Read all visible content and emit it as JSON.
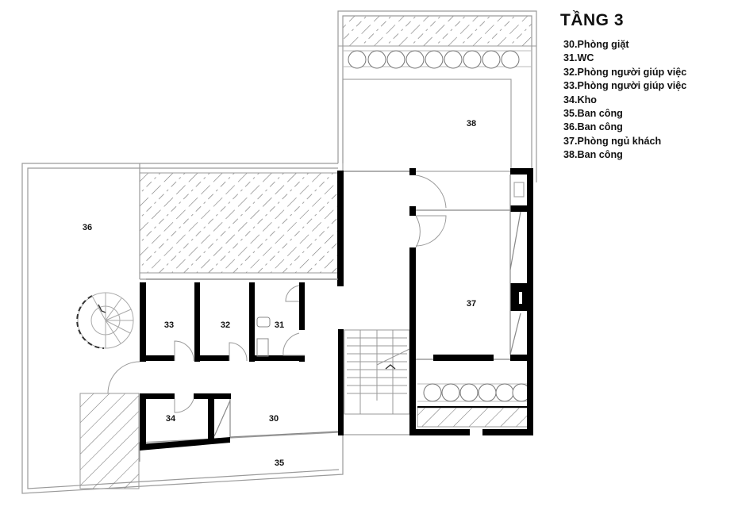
{
  "legend": {
    "title": "TẦNG 3",
    "items": [
      {
        "number": "30",
        "label": "30.Phòng giặt"
      },
      {
        "number": "31",
        "label": "31.WC"
      },
      {
        "number": "32",
        "label": "32.Phòng người giúp việc"
      },
      {
        "number": "33",
        "label": "33.Phòng người giúp việc"
      },
      {
        "number": "34",
        "label": "34.Kho"
      },
      {
        "number": "35",
        "label": "35.Ban công"
      },
      {
        "number": "36",
        "label": "36.Ban công"
      },
      {
        "number": "37",
        "label": "37.Phòng ngủ khách"
      },
      {
        "number": "38",
        "label": "38.Ban công"
      }
    ]
  },
  "plan": {
    "rooms": {
      "r30": "30",
      "r31": "31",
      "r32": "32",
      "r33": "33",
      "r34": "34",
      "r35": "35",
      "r36": "36",
      "r37": "37",
      "r38": "38"
    },
    "colors": {
      "wall": "#000000",
      "outline": "#9a9a9a",
      "hatch": "#6e6e6e"
    }
  }
}
